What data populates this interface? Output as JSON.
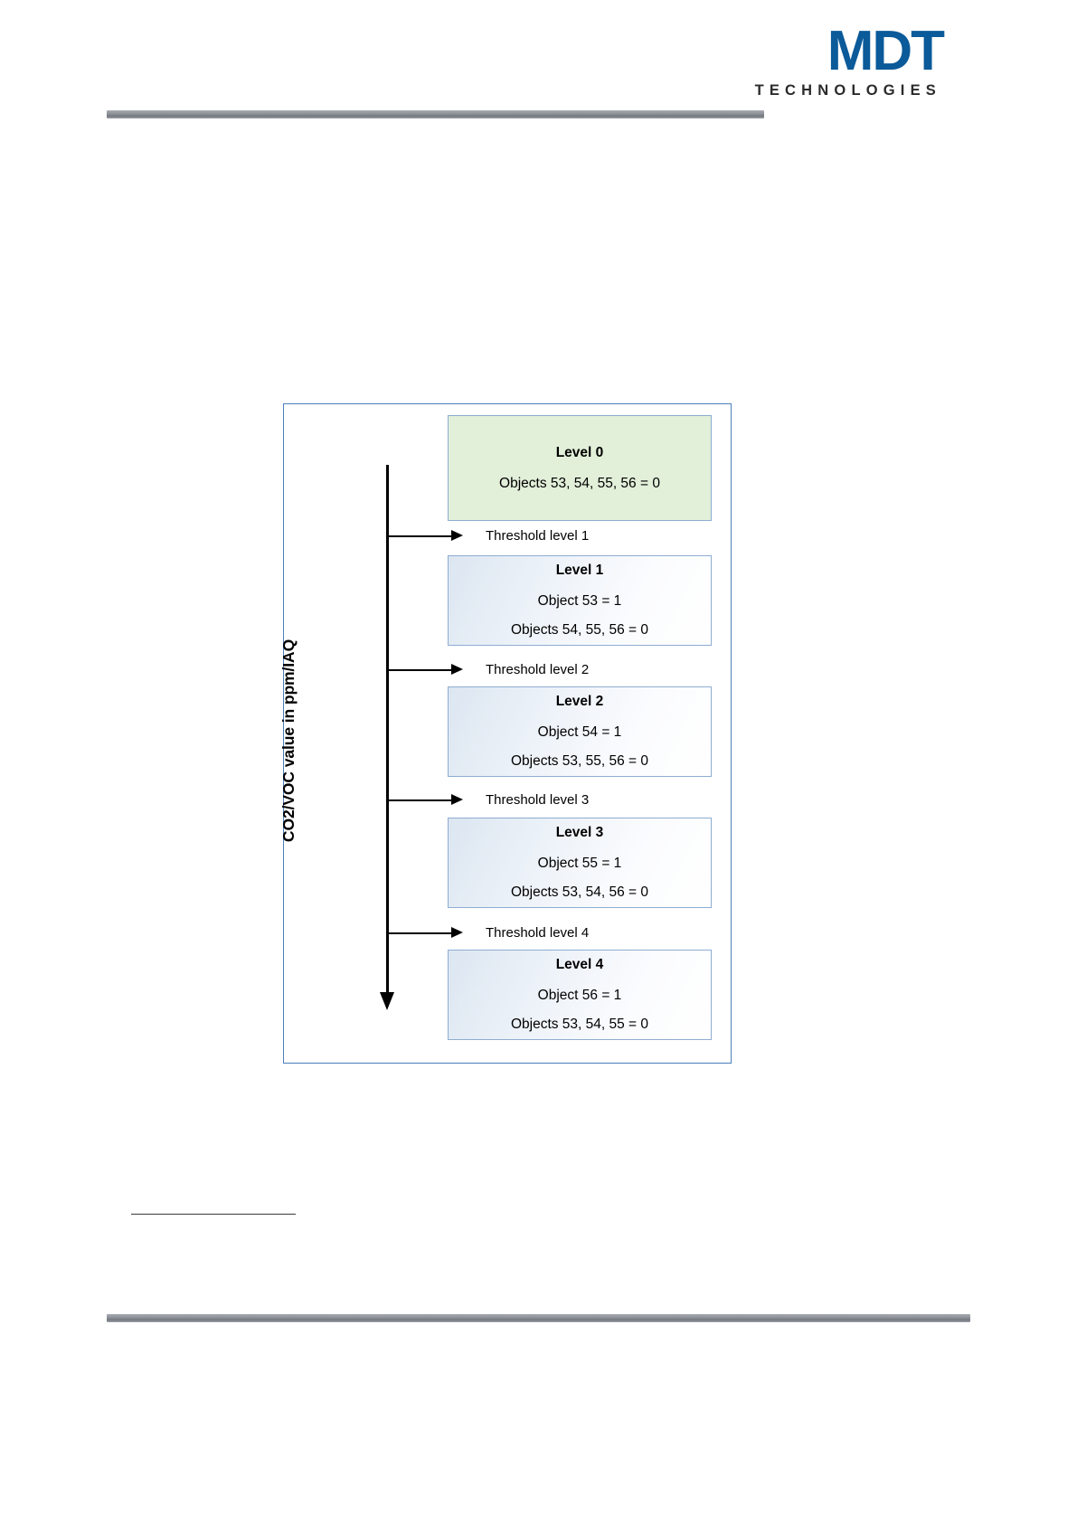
{
  "brand": {
    "logo_text": "MDT",
    "logo_subtitle": "TECHNOLOGIES",
    "logo_color": "#0b5a99",
    "subtitle_color": "#2b2b2b"
  },
  "rules": {
    "header_bar_color": "#8b9096",
    "footer_bar_color": "#8b9096"
  },
  "diagram": {
    "axis_label": "CO2/VOC value in ppm/IAQ",
    "frame_border_color": "#4a7ebb",
    "level0": {
      "title": "Level 0",
      "lines": [
        "Objects 53, 54, 55, 56 = 0"
      ],
      "background": "#e2efd9",
      "border": "#8eadd1"
    },
    "thresholds": [
      {
        "label": "Threshold level 1"
      },
      {
        "label": "Threshold level 2"
      },
      {
        "label": "Threshold level 3"
      },
      {
        "label": "Threshold level 4"
      }
    ],
    "levels": [
      {
        "title": "Level 1",
        "lines": [
          "Object 53 = 1",
          "Objects 54, 55, 56 = 0"
        ],
        "background": "#dce6f1",
        "border": "#8eadd1"
      },
      {
        "title": "Level 2",
        "lines": [
          "Object 54 = 1",
          "Objects 53, 55, 56 = 0"
        ],
        "background": "#dce6f1",
        "border": "#8eadd1"
      },
      {
        "title": "Level 3",
        "lines": [
          "Object 55 = 1",
          "Objects 53, 54, 56 = 0"
        ],
        "background": "#dce6f1",
        "border": "#8eadd1"
      },
      {
        "title": "Level 4",
        "lines": [
          "Object 56 = 1",
          "Objects 53, 54, 55 = 0"
        ],
        "background": "#dce6f1",
        "border": "#8eadd1"
      }
    ]
  }
}
